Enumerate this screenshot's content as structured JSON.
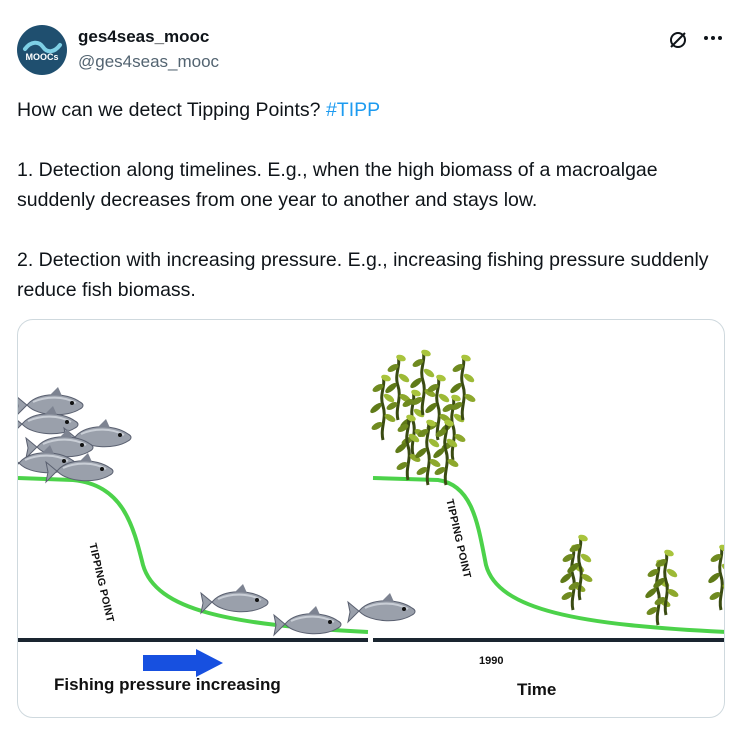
{
  "author": {
    "avatar_text": "MOOCs",
    "display_name": "ges4seas_mooc",
    "handle": "@ges4seas_mooc"
  },
  "icons": {
    "grok": "grok-icon",
    "more": "more-icon"
  },
  "tweet": {
    "line1_text": "How can we detect Tipping Points? ",
    "line1_hashtag": "#TIPP",
    "para2": "1. Detection along timelines. E.g., when the high biomass of a macroalgae suddenly decreases from one year to another and stays low.",
    "para3": "2. Detection with increasing pressure. E.g., increasing fishing pressure suddenly reduce fish biomass."
  },
  "image": {
    "left_xlabel": "Fishing pressure increasing",
    "left_curve_label": "TIPPING POINT",
    "right_curve_label": "TIPPING POINT",
    "right_year_label": "1990",
    "right_xlabel": "Time"
  },
  "colors": {
    "hashtag": "#1d9bf0",
    "curve": "#4cd24a",
    "arrow": "#1750e0",
    "avatar_bg": "#1f4f6f"
  }
}
